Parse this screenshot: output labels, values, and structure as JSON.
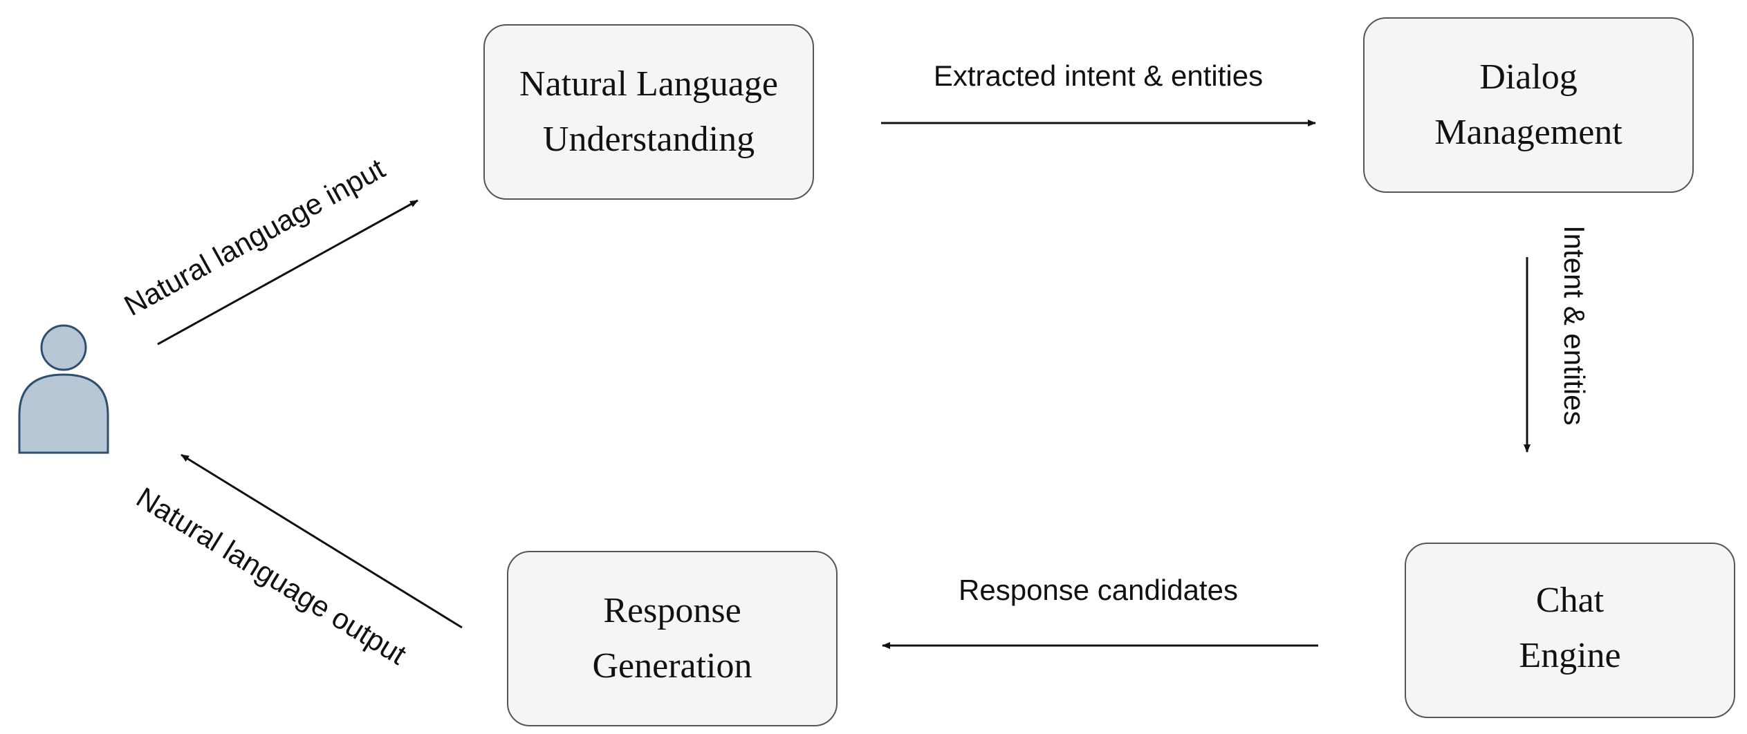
{
  "nodes": {
    "nlu": {
      "line1": "Natural Language",
      "line2": "Understanding"
    },
    "dm": {
      "line1": "Dialog",
      "line2": "Management"
    },
    "chat": {
      "line1": "Chat",
      "line2": "Engine"
    },
    "rg": {
      "line1": "Response",
      "line2": "Generation"
    }
  },
  "edges": {
    "input": "Natural language input",
    "extracted": "Extracted intent & entities",
    "intent": "Intent & entities",
    "candidates": "Response candidates",
    "output": "Natural language output"
  },
  "colors": {
    "node_fill": "#f5f5f5",
    "node_stroke": "#555555",
    "user_fill": "#b7c7d6",
    "user_stroke": "#2f4f6f"
  },
  "icons": {
    "user": "user-icon"
  }
}
